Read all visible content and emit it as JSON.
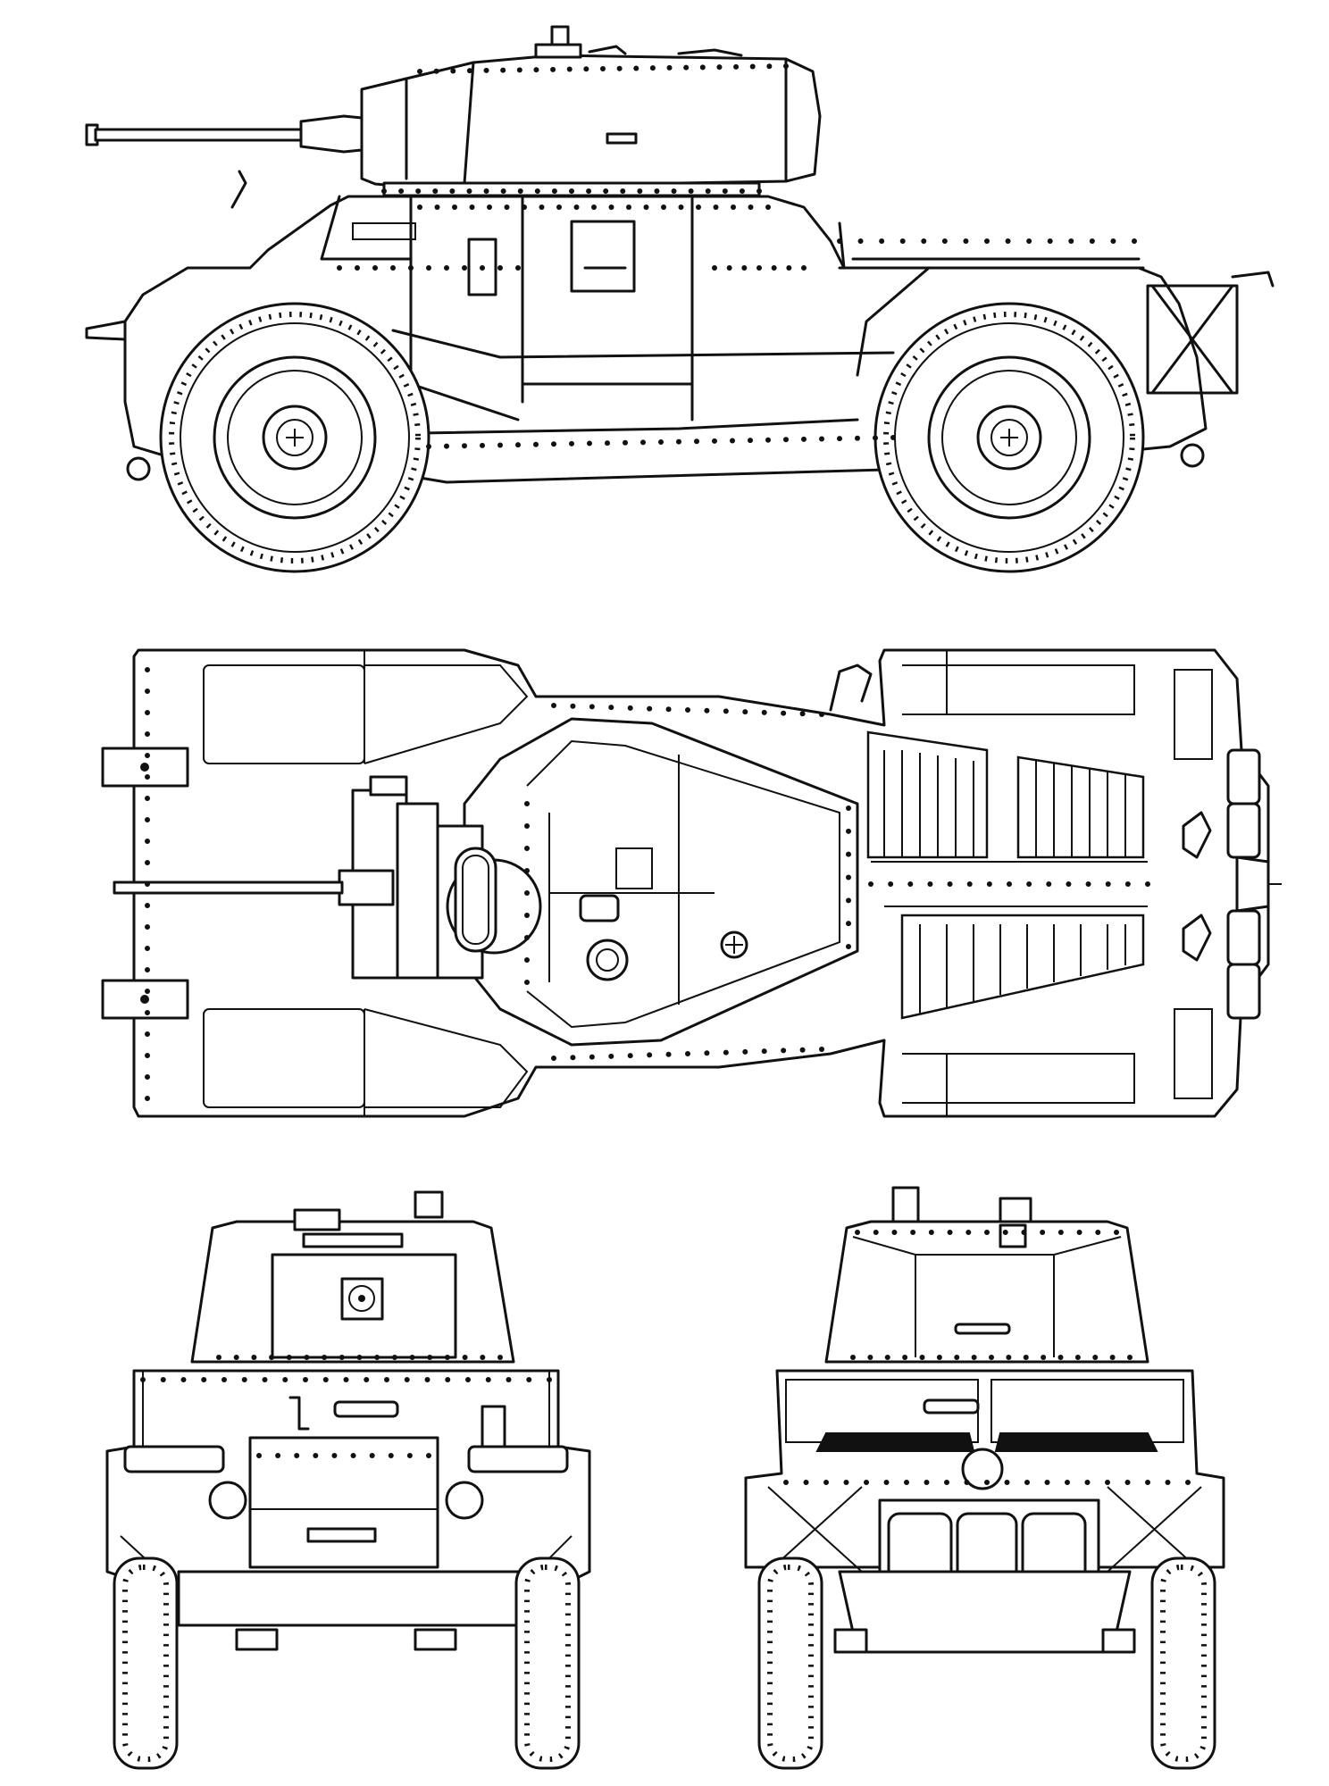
{
  "drawing": {
    "views": [
      {
        "id": "side",
        "view": "side"
      },
      {
        "id": "top",
        "view": "top"
      },
      {
        "id": "front",
        "view": "front"
      },
      {
        "id": "rear",
        "view": "rear"
      }
    ],
    "colors": {
      "line": "#111111",
      "paper": "#ffffff"
    }
  }
}
